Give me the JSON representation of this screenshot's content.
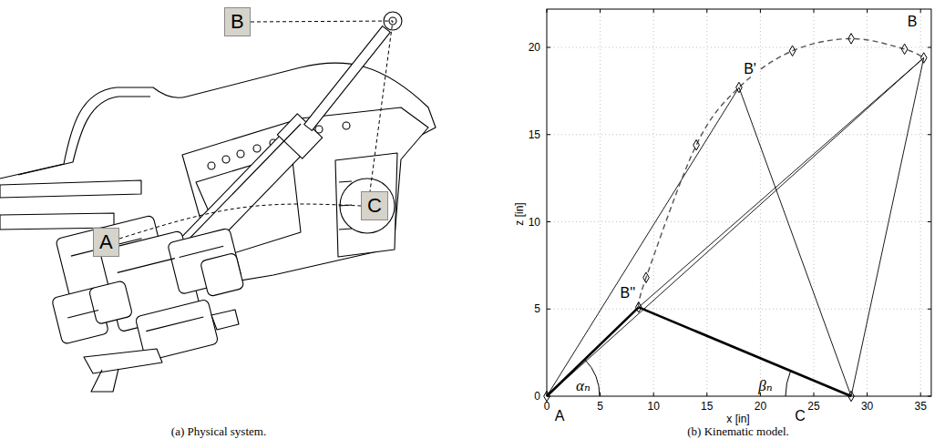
{
  "diagram": {
    "nodes": [
      {
        "text": [
          "B"
        ]
      },
      {
        "text": [
          "C"
        ]
      },
      {
        "text": [
          "A"
        ]
      }
    ],
    "edges": [
      {
        "from": 0,
        "to": 1,
        "arrow": "none"
      },
      {
        "from": 2,
        "to": 1,
        "arrow": "none"
      }
    ],
    "labels": [
      "(a) Physical system.",
      "(b) Kinematic model.",
      "0",
      "5",
      "10",
      "15",
      "20",
      "25",
      "30",
      "35",
      "0",
      "5",
      "10",
      "15",
      "20",
      "x [in]",
      "z [in]",
      "B'",
      "B''",
      "B",
      "A",
      "C",
      "αₙ",
      "βₙ"
    ]
  }
}
